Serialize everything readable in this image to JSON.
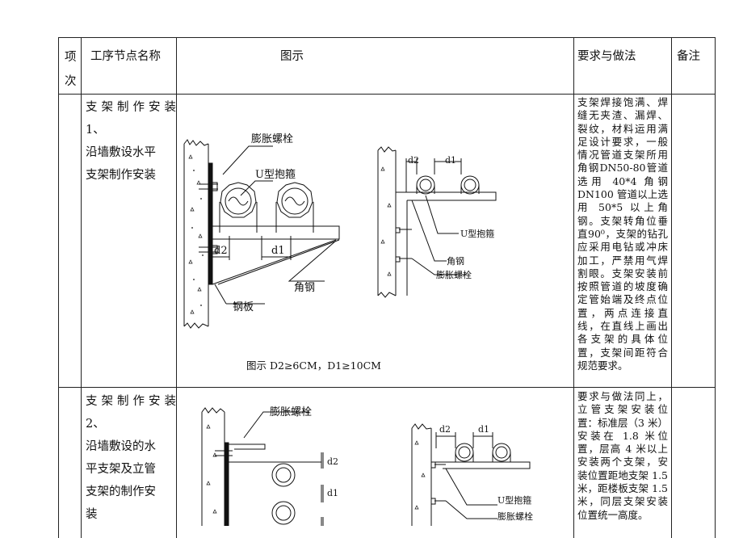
{
  "header": {
    "col_index": "项次",
    "col_index_line1": "项",
    "col_index_line2": "次",
    "col_process": "工序节点名称",
    "col_figure": "图示",
    "col_requirement": "要求与做法",
    "col_remark": "备注"
  },
  "rows": [
    {
      "process_lines": [
        "支架制作安装 1、",
        "沿墙敷设水平",
        "支架制作安装"
      ],
      "figure": {
        "label_bolt": "膨胀螺栓",
        "label_ubolt": "U型抱箍",
        "label_d2": "d2",
        "label_d1": "d1",
        "label_angle": "角钢",
        "label_plate": "钢板",
        "label_ubolt_right": "U型抱箍",
        "label_angle_right": "角钢",
        "label_bolt_right": "膨胀螺栓",
        "caption": "图示 D2≥6CM，D1≥10CM"
      },
      "requirement": "支架焊接饱满、焊缝无夹渣、漏焊、裂纹，材料运用满足设计要求，一般情况管道支架所用角钢DN50-80管道选用 40*4 角钢 DN100 管道以上选用 50*5 以上角钢。支架转角位垂直90⁰，支架的钻孔应采用电钻或冲床加工，严禁用气焊割眼。支架安装前按照管道的坡度确定管始端及终点位置，两点连接直线，在直线上画出各支架的具体位置，支架间距符合规范要求。"
    },
    {
      "process_lines": [
        "支架制作安装 2、",
        "沿墙敷设的水",
        "平支架及立管",
        "支架的制作安",
        "装"
      ],
      "figure": {
        "label_bolt": "膨胀螺栓",
        "label_d2": "d2",
        "label_d1": "d1",
        "label_d2_right": "d2",
        "label_d1_right": "d1",
        "label_ubolt_right": "U型抱箍",
        "label_bolt_right": "膨胀螺栓"
      },
      "requirement": "要求与做法同上，立管支架安装位置：标准层（3 米）安装在 1.8 米位置，层高 4 米以上安装两个支架，安装位置距地支架 1.5 米，距楼板支架 1.5 米，同层支架安装位置统一高度。"
    }
  ]
}
